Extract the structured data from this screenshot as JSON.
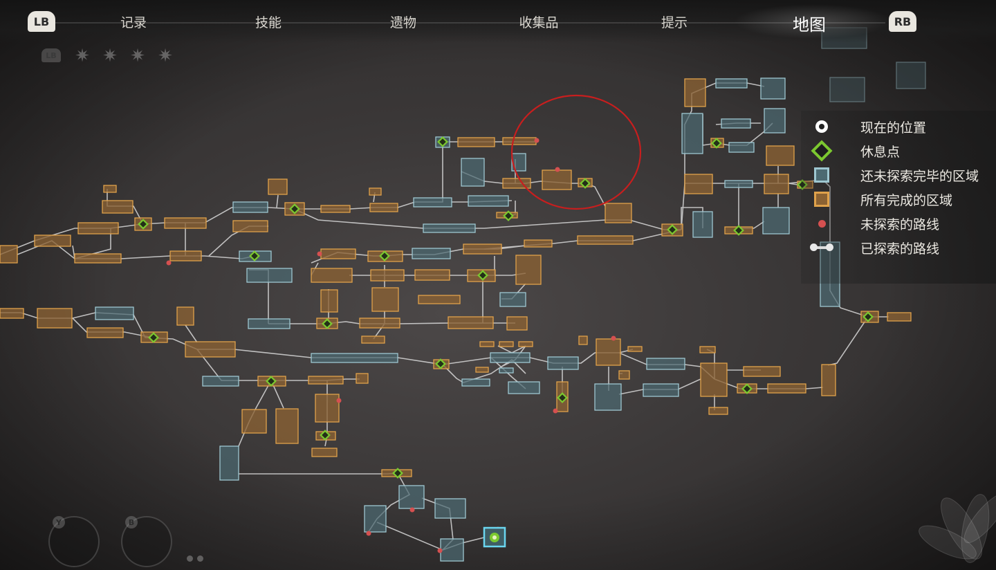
{
  "top_nav": {
    "lb_label": "LB",
    "rb_label": "RB",
    "tabs": [
      {
        "label": "记录",
        "active": false
      },
      {
        "label": "技能",
        "active": false
      },
      {
        "label": "遗物",
        "active": false
      },
      {
        "label": "收集品",
        "active": false
      },
      {
        "label": "提示",
        "active": false
      },
      {
        "label": "地图",
        "active": true
      }
    ]
  },
  "sub_nav": {
    "lb_label": "LB"
  },
  "legend": {
    "current_position": "现在的位置",
    "rest_point": "休息点",
    "unfinished_area": "还未探索完毕的区域",
    "completed_area": "所有完成的区域",
    "unexplored_path": "未探索的路线",
    "explored_path": "已探索的路线"
  },
  "controls": {
    "y_label": "Y",
    "b_label": "B"
  },
  "colors": {
    "completed_fill": "#8b6233",
    "completed_border": "#e0a24b",
    "unfinished_fill": "#4c6a72",
    "unfinished_border": "#9ec7d1",
    "rest_point": "#7cc830",
    "unexplored_marker": "#d55050",
    "path": "#d8d8d8",
    "highlight_circle": "#c81e1e"
  }
}
